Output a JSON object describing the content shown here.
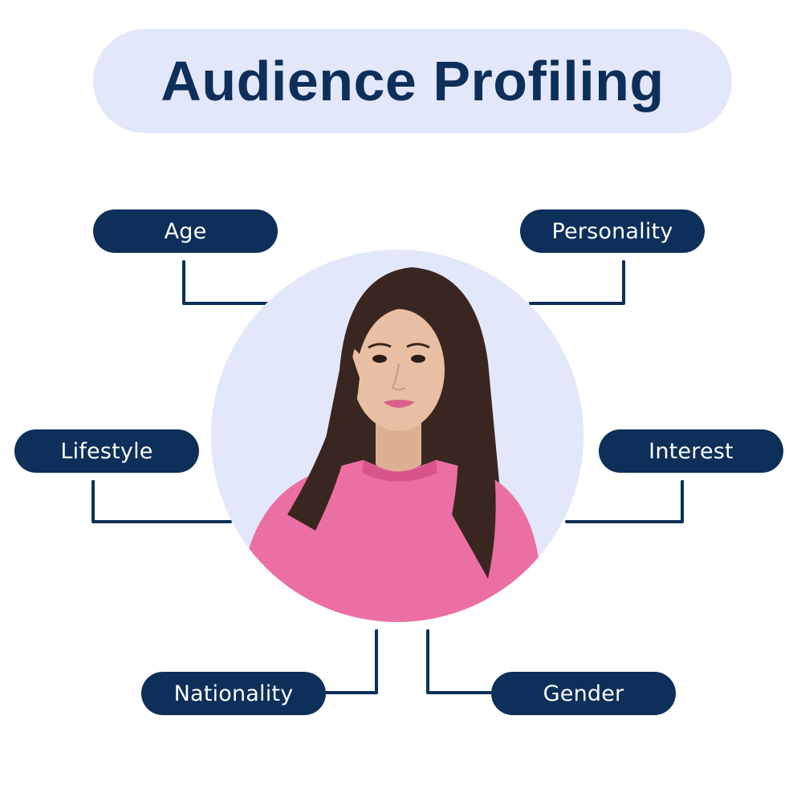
{
  "title": "Audience Profiling",
  "colors": {
    "navy": "#0d2f5a",
    "lavender": "#e3e7fa",
    "white": "#ffffff",
    "sweater_pink": "#ec6fa3",
    "hair_brown": "#3a2620",
    "skin": "#e9bfa3"
  },
  "center": {
    "description": "Portrait of a smiling young woman with long dark hair wearing a pink knit sweater",
    "shape": "circle"
  },
  "attributes": [
    {
      "id": "age",
      "label": "Age",
      "position": "top-left"
    },
    {
      "id": "personality",
      "label": "Personality",
      "position": "top-right"
    },
    {
      "id": "lifestyle",
      "label": "Lifestyle",
      "position": "middle-left"
    },
    {
      "id": "interest",
      "label": "Interest",
      "position": "middle-right"
    },
    {
      "id": "nationality",
      "label": "Nationality",
      "position": "bottom-left"
    },
    {
      "id": "gender",
      "label": "Gender",
      "position": "bottom-right"
    }
  ]
}
